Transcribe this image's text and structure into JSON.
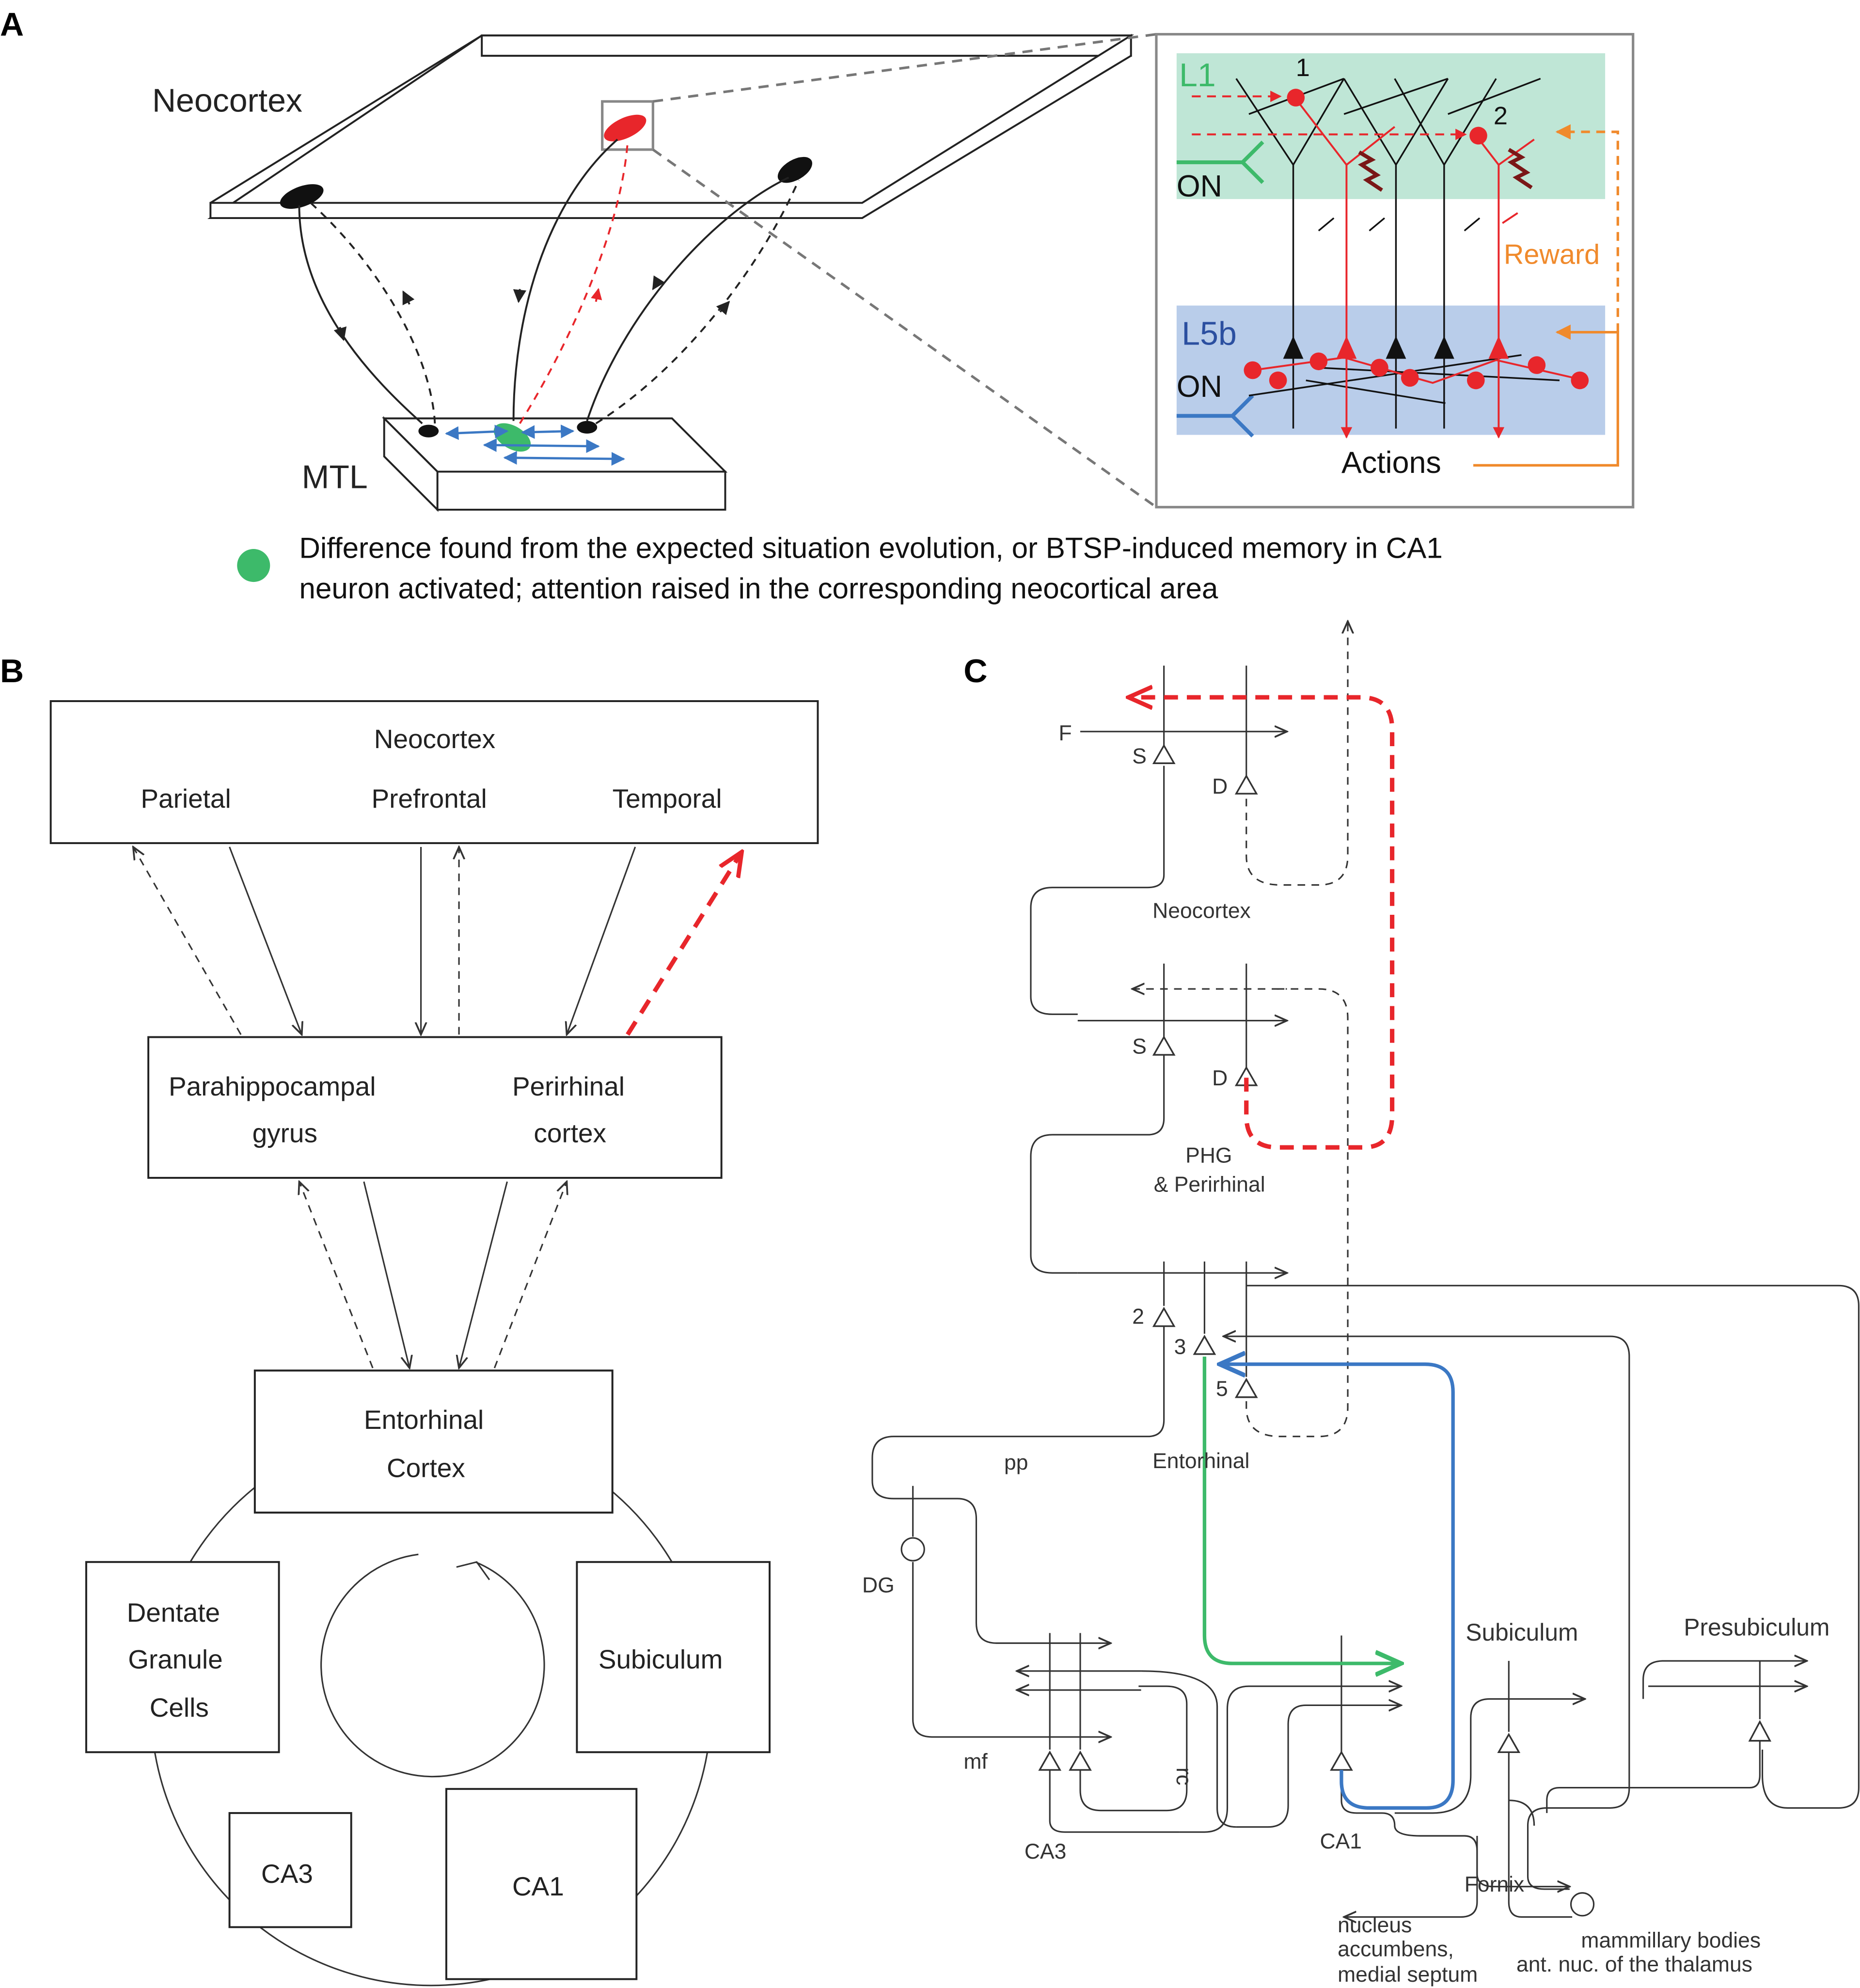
{
  "panels": {
    "a": "A",
    "b": "B",
    "c": "C"
  },
  "panel_a": {
    "neocortex": "Neocortex",
    "mtl": "MTL",
    "inset": {
      "l1": "L1",
      "l5b": "L5b",
      "on_top": "ON",
      "on_bottom": "ON",
      "neuron_1": "1",
      "neuron_2": "2",
      "reward": "Reward",
      "actions": "Actions"
    },
    "legend_line1": "Difference found from the expected situation evolution, or BTSP-induced memory in CA1",
    "legend_line2": "neuron activated; attention raised in the corresponding neocortical area"
  },
  "panel_b": {
    "neocortex": "Neocortex",
    "parietal": "Parietal",
    "prefrontal": "Prefrontal",
    "temporal": "Temporal",
    "parahippocampal_1": "Parahippocampal",
    "parahippocampal_2": "gyrus",
    "perirhinal_1": "Perirhinal",
    "perirhinal_2": "cortex",
    "entorhinal_1": "Entorhinal",
    "entorhinal_2": "Cortex",
    "dentate_1": "Dentate",
    "dentate_2": "Granule",
    "dentate_3": "Cells",
    "subiculum": "Subiculum",
    "ca3": "CA3",
    "ca1": "CA1"
  },
  "panel_c": {
    "f": "F",
    "s1": "S",
    "d1": "D",
    "neocortex": "Neocortex",
    "s2": "S",
    "d2": "D",
    "phg_1": "PHG",
    "phg_2": "& Perirhinal",
    "layer_2": "2",
    "layer_3": "3",
    "layer_5": "5",
    "pp": "pp",
    "entorhinal": "Entorhinal",
    "dg": "DG",
    "mf": "mf",
    "rc": "rc",
    "ca3": "CA3",
    "ca1": "CA1",
    "subiculum": "Subiculum",
    "presubiculum": "Presubiculum",
    "fornix": "Fornix",
    "nucleus_1": "nucleus",
    "nucleus_2": "accumbens,",
    "nucleus_3": "medial septum",
    "mammillary_1": "mammillary bodies",
    "mammillary_2": "ant. nuc. of the thalamus"
  },
  "colors": {
    "red": "#e8262b",
    "green": "#3dba6a",
    "blue": "#3b78c4",
    "orange": "#f08a2c",
    "l1_band": "#bfe6d6",
    "l5b_band": "#b9cdea",
    "dark_red": "#7a1717"
  }
}
